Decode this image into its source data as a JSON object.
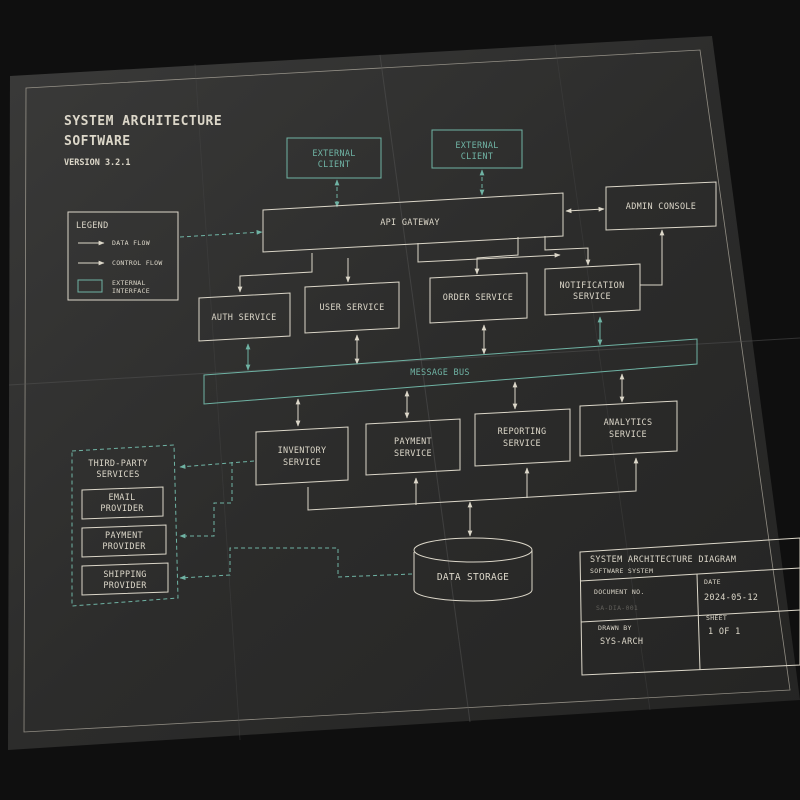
{
  "title": {
    "line1": "SYSTEM ARCHITECTURE",
    "line2": "SOFTWARE",
    "version": "VERSION 3.2.1"
  },
  "legend": {
    "heading": "LEGEND",
    "data_flow": "DATA FLOW",
    "control_flow": "CONTROL FLOW",
    "external_line1": "EXTERNAL",
    "external_line2": "INTERFACE"
  },
  "clients": {
    "left": {
      "line1": "EXTERNAL",
      "line2": "CLIENT"
    },
    "right": {
      "line1": "EXTERNAL",
      "line2": "CLIENT"
    }
  },
  "gateway": "API GATEWAY",
  "admin_console": "ADMIN CONSOLE",
  "services_top": {
    "auth": "AUTH SERVICE",
    "user": "USER SERVICE",
    "order": "ORDER SERVICE",
    "notification_line1": "NOTIFICATION",
    "notification_line2": "SERVICE"
  },
  "message_bus": "MESSAGE BUS",
  "services_bottom": {
    "inventory_line1": "INVENTORY",
    "inventory_line2": "SERVICE",
    "payment_line1": "PAYMENT",
    "payment_line2": "SERVICE",
    "reporting_line1": "REPORTING",
    "reporting_line2": "SERVICE",
    "analytics_line1": "ANALYTICS",
    "analytics_line2": "SERVICE"
  },
  "third_party": {
    "heading_line1": "THIRD-PARTY",
    "heading_line2": "SERVICES",
    "email_line1": "EMAIL",
    "email_line2": "PROVIDER",
    "payment_line1": "PAYMENT",
    "payment_line2": "PROVIDER",
    "shipping_line1": "SHIPPING",
    "shipping_line2": "PROVIDER"
  },
  "data_storage": "DATA STORAGE",
  "title_block": {
    "heading_line1": "SYSTEM ARCHITECTURE DIAGRAM",
    "heading_line2": "SOFTWARE SYSTEM",
    "document_no_label": "DOCUMENT NO.",
    "document_no_value": "SA-DIA-001",
    "date_label": "DATE",
    "date_value": "2024-05-12",
    "drawn_by_label": "DRAWN BY",
    "drawn_by_value": "SYS-ARCH",
    "sheet_label": "SHEET",
    "sheet_value": "1 OF 1"
  },
  "colors": {
    "background": "#0f0f0f",
    "paper": "#2d2d2c",
    "ink": "#dcd7c9",
    "accent": "#6fb3a4"
  }
}
